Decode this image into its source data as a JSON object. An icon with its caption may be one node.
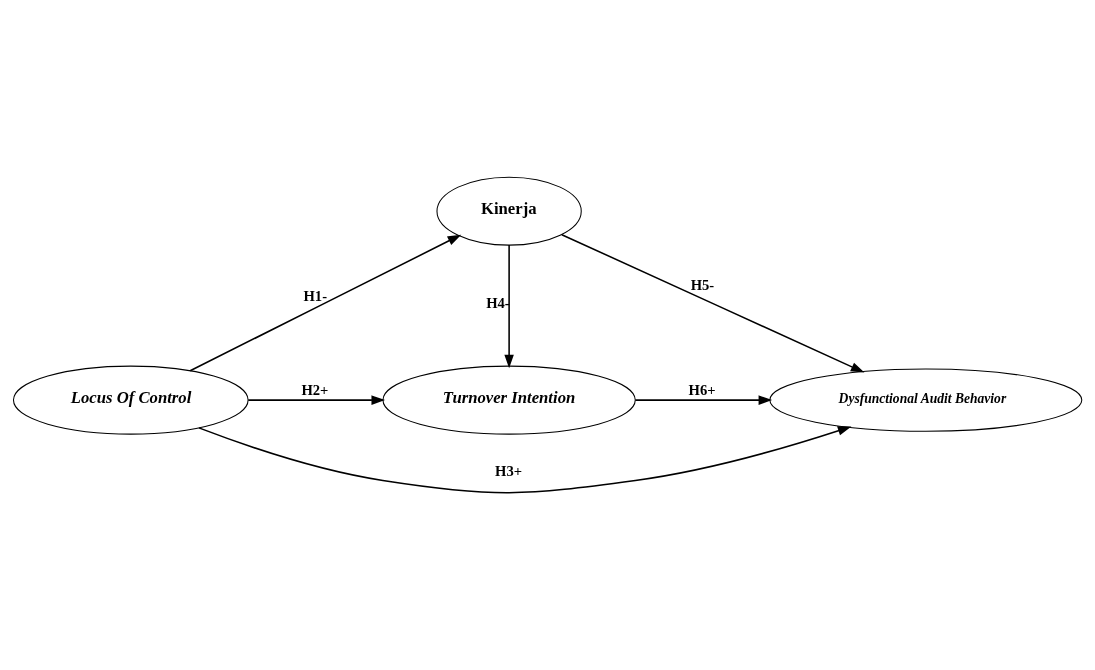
{
  "diagram": {
    "nodes": [
      {
        "text": [
          "Locus Of Control"
        ]
      },
      {
        "text": [
          "Kinerja"
        ]
      },
      {
        "text": [
          "Turnover Intention"
        ]
      },
      {
        "text": [
          "Dysfunctional Audit Behavior"
        ]
      }
    ],
    "edges": [
      {
        "from": 0,
        "to": 1,
        "arrow": "to",
        "label": "H1-"
      },
      {
        "from": 0,
        "to": 2,
        "arrow": "to",
        "label": "H2+"
      },
      {
        "from": 0,
        "to": 3,
        "arrow": "to",
        "label": "H3+"
      },
      {
        "from": 1,
        "to": 2,
        "arrow": "to",
        "label": "H4-"
      },
      {
        "from": 1,
        "to": 3,
        "arrow": "to",
        "label": "H5-"
      },
      {
        "from": 2,
        "to": 3,
        "arrow": "to",
        "label": "H6+"
      }
    ]
  }
}
